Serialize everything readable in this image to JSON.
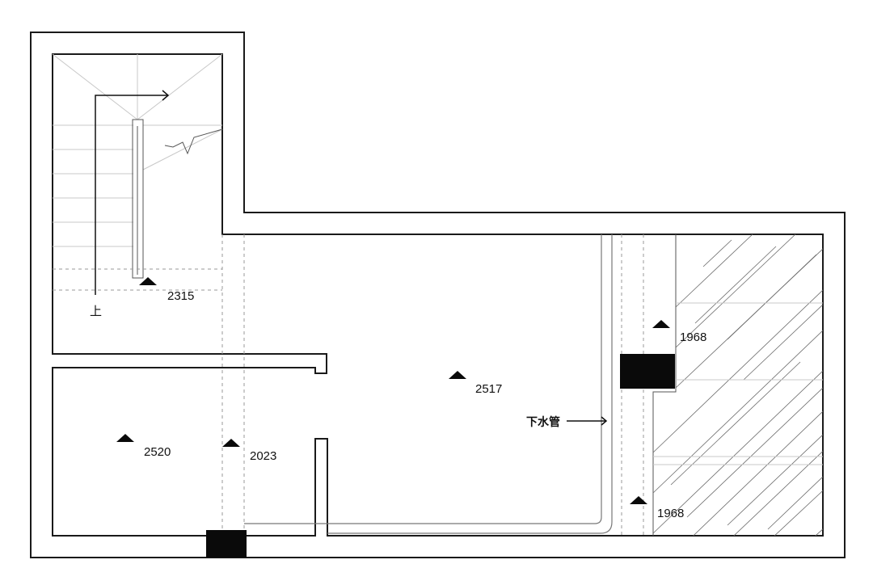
{
  "labels": {
    "stair_direction": "上",
    "drain_pipe": "下水管"
  },
  "elevations": [
    {
      "id": "stair-landing",
      "value": "2315"
    },
    {
      "id": "main-room",
      "value": "2517"
    },
    {
      "id": "left-room",
      "value": "2520"
    },
    {
      "id": "passage",
      "value": "2023"
    },
    {
      "id": "right-upper",
      "value": "1968"
    },
    {
      "id": "right-lower",
      "value": "1968"
    }
  ],
  "colors": {
    "wall": "#1a1a1a",
    "column": "#0a0a0a",
    "background": "#ffffff"
  }
}
